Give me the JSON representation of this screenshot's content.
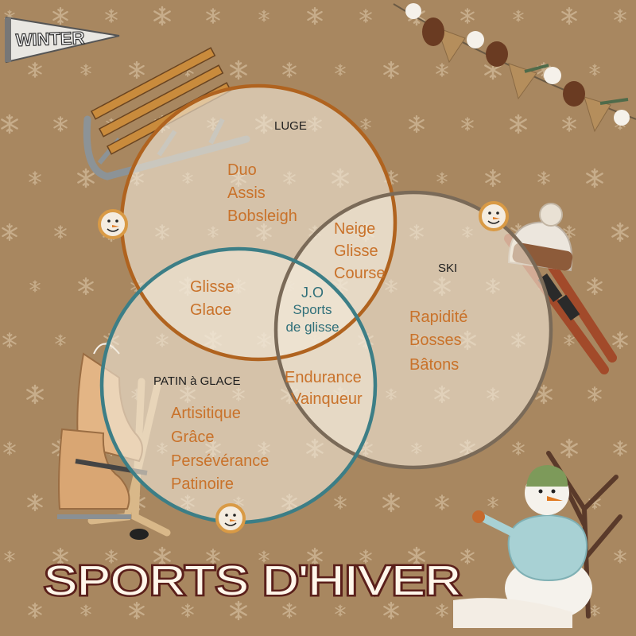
{
  "pennant": {
    "text": "WINTER"
  },
  "title": {
    "text": "SPORTS D'HIVER"
  },
  "colors": {
    "background": "#a88760",
    "snowflake": "#c7ad8b",
    "circle_fill": "#f1e6d7",
    "luge_ring": "#b0631f",
    "ski_ring": "#7a6a58",
    "patin_ring": "#3c7e86",
    "orange_text": "#c9722a",
    "teal_text": "#2f6f79",
    "title_fill": "#fff6ea",
    "title_stroke": "#5a1f1a"
  },
  "venn": {
    "sets": {
      "luge": {
        "label": "LUGE",
        "items": [
          "Duo",
          "Assis",
          "Bobsleigh"
        ]
      },
      "ski": {
        "label": "SKI",
        "items": [
          "Rapidité",
          "Bosses",
          "Bâtons"
        ]
      },
      "patin": {
        "label": "PATIN à GLACE",
        "items": [
          "Artisitique",
          "Grâce",
          "Persévérance",
          "Patinoire"
        ]
      }
    },
    "intersections": {
      "luge_ski": [
        "Neige",
        "Glisse",
        "Course"
      ],
      "luge_patin": [
        "Glisse",
        "Glace"
      ],
      "ski_patin": [
        "Endurance",
        "Vainqueur"
      ],
      "all": [
        "J.O",
        "Sports",
        "de glisse"
      ]
    }
  },
  "decorations": [
    "sled-icon",
    "skis-icon",
    "beanie-icon",
    "ice-skates-icon",
    "hockey-sticks-icon",
    "pinecone-garland-icon",
    "snowman-icon",
    "bare-tree-icon",
    "snowman-button-icon"
  ]
}
